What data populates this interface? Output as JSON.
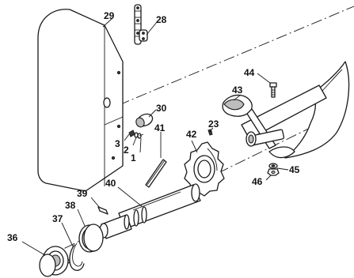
{
  "callouts": {
    "c1": "1",
    "c2": "2",
    "c3": "3",
    "c23": "23",
    "c28": "28",
    "c29": "29",
    "c30": "30",
    "c36": "36",
    "c37": "37",
    "c38": "38",
    "c39": "39",
    "c40": "40",
    "c41": "41",
    "c42": "42",
    "c43": "43",
    "c44": "44",
    "c45": "45",
    "c46": "46"
  }
}
